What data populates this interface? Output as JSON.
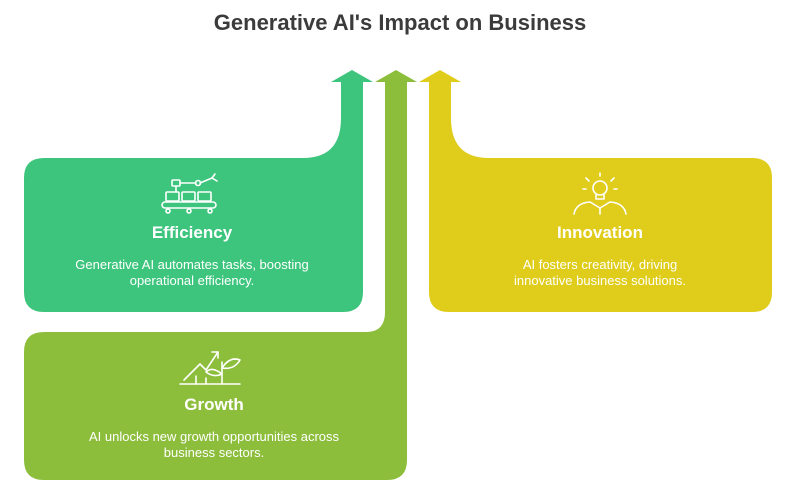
{
  "title": "Generative AI's Impact on Business",
  "colors": {
    "efficiency": "#3dc57d",
    "growth": "#8cbd3b",
    "innovation": "#e0cc1a"
  },
  "cards": {
    "efficiency": {
      "label": "Efficiency",
      "description": "Generative AI automates tasks, boosting operational efficiency.",
      "icon": "robot-arm-conveyor-icon"
    },
    "innovation": {
      "label": "Innovation",
      "description": "AI fosters creativity, driving innovative business solutions.",
      "icon": "lightbulb-person-icon"
    },
    "growth": {
      "label": "Growth",
      "description": "AI unlocks new growth opportunities across business sectors.",
      "icon": "sprout-arrow-icon"
    }
  }
}
